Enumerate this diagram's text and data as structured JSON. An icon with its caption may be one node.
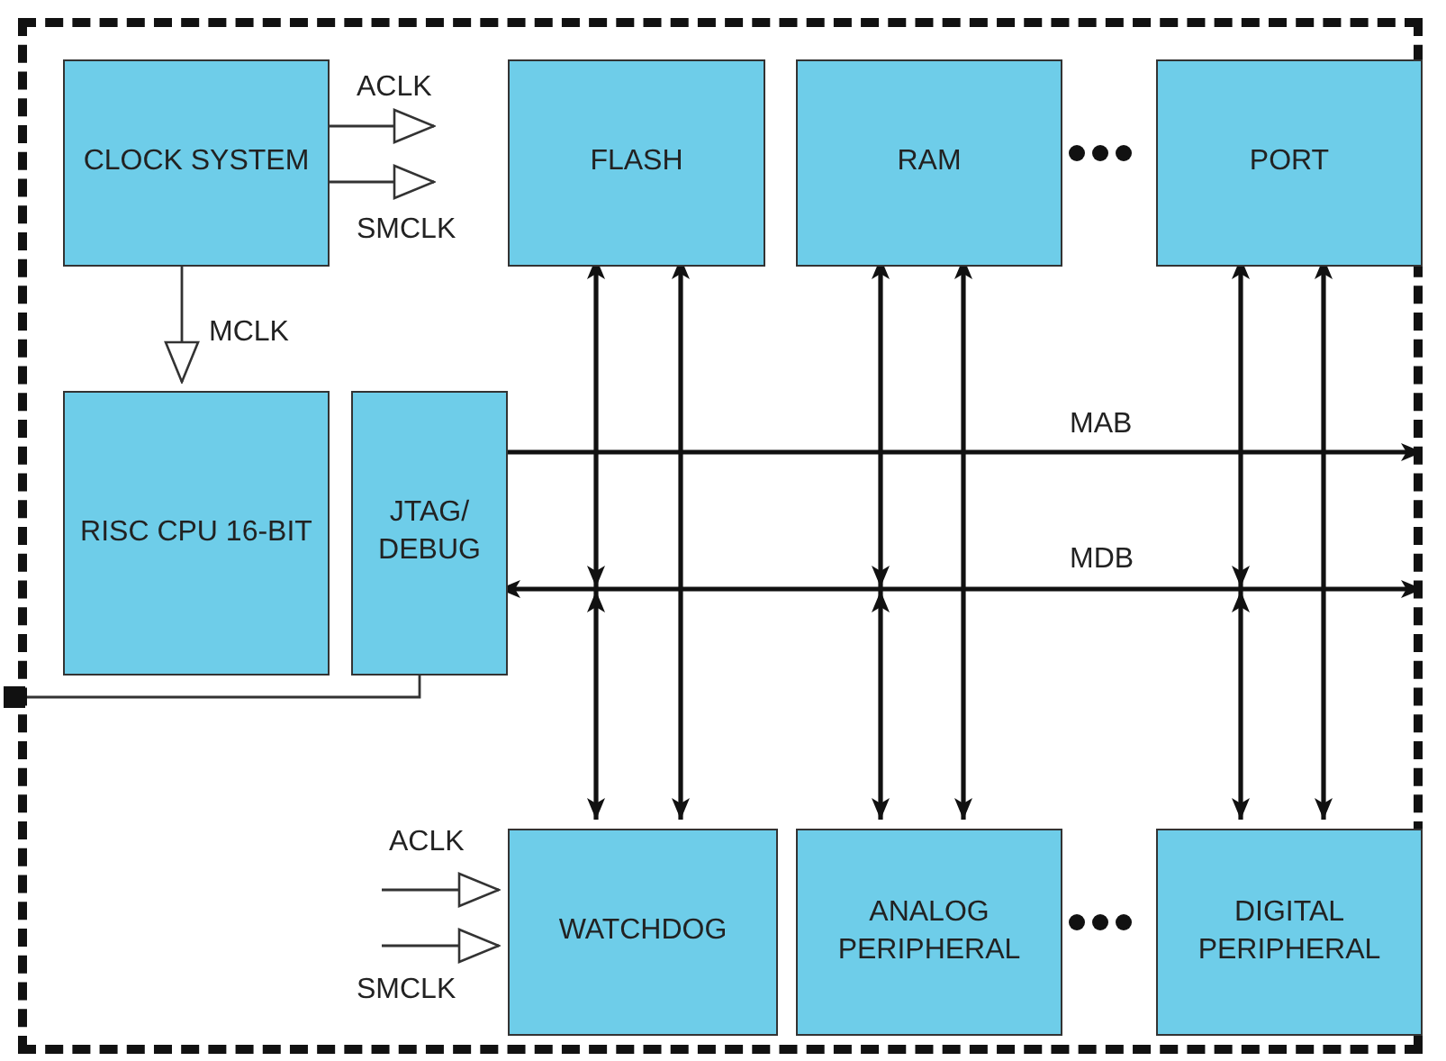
{
  "diagram": {
    "nodes": [
      {
        "text": [],
        "shape": "box"
      },
      {
        "text": [
          "CLOCK SYSTEM"
        ],
        "in": 0
      },
      {
        "text": [
          "FLASH"
        ],
        "in": 0
      },
      {
        "text": [
          "RAM"
        ],
        "in": 0
      },
      {
        "text": [
          "PORT"
        ],
        "in": 0
      },
      {
        "text": [
          "RISC CPU 16-BIT"
        ],
        "in": 0
      },
      {
        "text": [
          "JTAG/ DEBUG"
        ],
        "in": 0
      },
      {
        "text": [
          "WATCHDOG"
        ],
        "in": 0
      },
      {
        "text": [
          "ANALOG PERIPHERAL"
        ],
        "in": 0
      },
      {
        "text": [
          "DIGITAL PERIPHERAL"
        ],
        "in": 0
      },
      {
        "text": [],
        "shape": "box"
      }
    ],
    "edges": [
      {
        "from": 1,
        "to": null,
        "arrow": "to",
        "label": "ACLK"
      },
      {
        "from": 1,
        "to": null,
        "arrow": "to",
        "label": "SMCLK"
      },
      {
        "from": 1,
        "to": 5,
        "arrow": "to",
        "label": "MCLK"
      },
      {
        "from": 6,
        "to": null,
        "arrow": "to",
        "label": "MAB"
      },
      {
        "from": null,
        "to": 6,
        "arrow": "both",
        "label": "MDB"
      },
      {
        "from": 2,
        "to": null,
        "arrow": "both"
      },
      {
        "from": null,
        "to": 7,
        "arrow": "both"
      },
      {
        "from": 2,
        "to": 7,
        "arrow": "both"
      },
      {
        "from": 3,
        "to": null,
        "arrow": "both"
      },
      {
        "from": null,
        "to": 8,
        "arrow": "both"
      },
      {
        "from": 3,
        "to": 8,
        "arrow": "both"
      },
      {
        "from": 4,
        "to": null,
        "arrow": "both"
      },
      {
        "from": null,
        "to": 9,
        "arrow": "both"
      },
      {
        "from": 4,
        "to": 9,
        "arrow": "both"
      },
      {
        "from": null,
        "to": 7,
        "arrow": "to",
        "label": "ACLK"
      },
      {
        "from": null,
        "to": 7,
        "arrow": "to",
        "label": "SMCLK"
      },
      {
        "from": 6,
        "to": 10,
        "arrow": "none"
      }
    ]
  }
}
